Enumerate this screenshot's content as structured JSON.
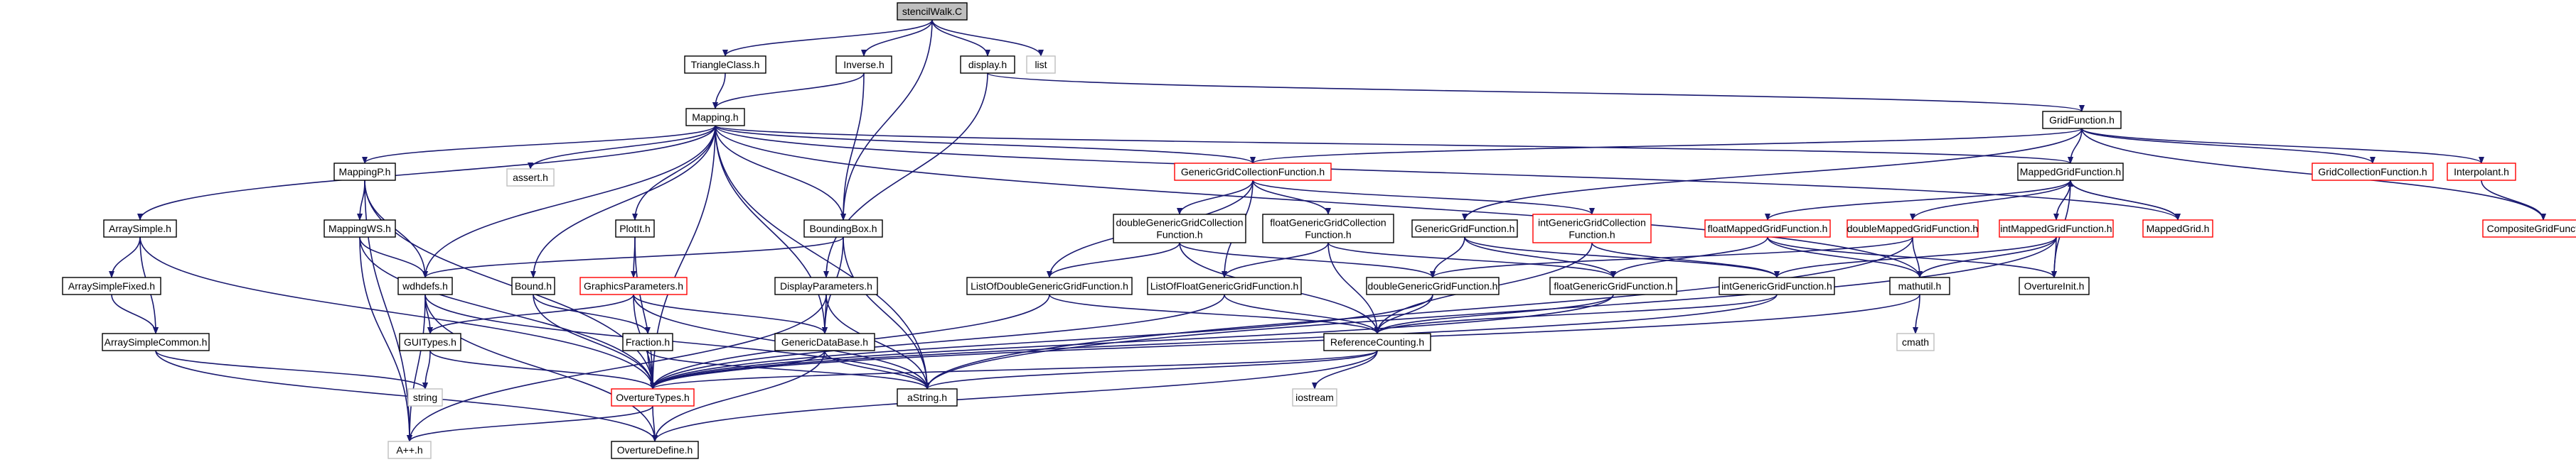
{
  "colors": {
    "edge": "#191970",
    "node_border": "#000000",
    "node_border_missing": "#bfbfbf",
    "node_border_truncated": "#ff0000",
    "root_fill": "#bfbfbf",
    "node_fill": "#ffffff"
  },
  "nodes": [
    {
      "id": "stencilWalk",
      "label": "stencilWalk.C",
      "kind": "root"
    },
    {
      "id": "TriangleClass",
      "label": "TriangleClass.h",
      "kind": "normal"
    },
    {
      "id": "Inverse",
      "label": "Inverse.h",
      "kind": "normal"
    },
    {
      "id": "display",
      "label": "display.h",
      "kind": "normal"
    },
    {
      "id": "list",
      "label": "list",
      "kind": "missing"
    },
    {
      "id": "Mapping",
      "label": "Mapping.h",
      "kind": "normal"
    },
    {
      "id": "GridFunction",
      "label": "GridFunction.h",
      "kind": "normal"
    },
    {
      "id": "MappingP",
      "label": "MappingP.h",
      "kind": "normal"
    },
    {
      "id": "assert",
      "label": "assert.h",
      "kind": "missing"
    },
    {
      "id": "Plot",
      "label": "PlotIt.h",
      "kind": "normal"
    },
    {
      "id": "BoundingBox",
      "label": "BoundingBox.h",
      "kind": "normal"
    },
    {
      "id": "GenericGridCollection",
      "label": "GenericGridCollectionFunction.h",
      "kind": "truncated"
    },
    {
      "id": "MappedGridFunction",
      "label": "MappedGridFunction.h",
      "kind": "normal"
    },
    {
      "id": "GridCollectionFunction",
      "label": "GridCollectionFunction.h",
      "kind": "truncated"
    },
    {
      "id": "Interpolant",
      "label": "Interpolant.h",
      "kind": "truncated"
    },
    {
      "id": "CompositeGridFunction",
      "label": "CompositeGridFunction.h",
      "kind": "truncated"
    },
    {
      "id": "ArraySimple",
      "label": "ArraySimple.h",
      "kind": "normal"
    },
    {
      "id": "MappingWS",
      "label": "MappingWS.h",
      "kind": "normal"
    },
    {
      "id": "doubleGenericGridCollection",
      "label": [
        "doubleGenericGridCollection",
        "Function.h"
      ],
      "kind": "normal"
    },
    {
      "id": "floatGenericGridCollection",
      "label": [
        "floatGenericGridCollection",
        "Function.h"
      ],
      "kind": "normal"
    },
    {
      "id": "GenericGridFunction",
      "label": "GenericGridFunction.h",
      "kind": "normal"
    },
    {
      "id": "intGenericGridCollection",
      "label": [
        "intGenericGridCollection",
        "Function.h"
      ],
      "kind": "truncated"
    },
    {
      "id": "floatMappedGridFunction",
      "label": "floatMappedGridFunction.h",
      "kind": "truncated"
    },
    {
      "id": "doubleMappedGridFunction",
      "label": "doubleMappedGridFunction.h",
      "kind": "truncated"
    },
    {
      "id": "intMappedGridFunction",
      "label": "intMappedGridFunction.h",
      "kind": "truncated"
    },
    {
      "id": "MappedGrid",
      "label": "MappedGrid.h",
      "kind": "truncated"
    },
    {
      "id": "ArraySimpleFixed",
      "label": "ArraySimpleFixed.h",
      "kind": "normal"
    },
    {
      "id": "wdhdefs",
      "label": "wdhdefs.h",
      "kind": "normal"
    },
    {
      "id": "Bound",
      "label": "Bound.h",
      "kind": "normal"
    },
    {
      "id": "GraphicsParameters",
      "label": "GraphicsParameters.h",
      "kind": "truncated"
    },
    {
      "id": "DisplayParameters",
      "label": "DisplayParameters.h",
      "kind": "normal"
    },
    {
      "id": "ListOfDoubleGenericGridFunction",
      "label": "ListOfDoubleGenericGridFunction.h",
      "kind": "normal"
    },
    {
      "id": "ListOfFloatGenericGridFunction",
      "label": "ListOfFloatGenericGridFunction.h",
      "kind": "normal"
    },
    {
      "id": "doubleGenericGridFunction",
      "label": "doubleGenericGridFunction.h",
      "kind": "normal"
    },
    {
      "id": "floatGenericGridFunction",
      "label": "floatGenericGridFunction.h",
      "kind": "normal"
    },
    {
      "id": "intGenericGridFunction",
      "label": "intGenericGridFunction.h",
      "kind": "normal"
    },
    {
      "id": "mathutil",
      "label": "mathutil.h",
      "kind": "normal"
    },
    {
      "id": "OvertureInit",
      "label": "OvertureInit.h",
      "kind": "normal"
    },
    {
      "id": "ArraySimpleCommon",
      "label": "ArraySimpleCommon.h",
      "kind": "normal"
    },
    {
      "id": "GUITypes",
      "label": "GUITypes.h",
      "kind": "normal"
    },
    {
      "id": "Fraction",
      "label": "Fraction.h",
      "kind": "normal"
    },
    {
      "id": "GenericDataBase",
      "label": "GenericDataBase.h",
      "kind": "normal"
    },
    {
      "id": "ReferenceCounting",
      "label": "ReferenceCounting.h",
      "kind": "normal"
    },
    {
      "id": "cmath",
      "label": "cmath",
      "kind": "missing"
    },
    {
      "id": "string",
      "label": "string",
      "kind": "missing"
    },
    {
      "id": "OvertureTypes",
      "label": "OvertureTypes.h",
      "kind": "truncated"
    },
    {
      "id": "aString",
      "label": "aString.h",
      "kind": "normal"
    },
    {
      "id": "iostream",
      "label": "iostream",
      "kind": "missing"
    },
    {
      "id": "App",
      "label": "A++.h",
      "kind": "missing"
    },
    {
      "id": "OvertureDefine",
      "label": "OvertureDefine.h",
      "kind": "normal"
    }
  ],
  "edges": [
    [
      "stencilWalk",
      "TriangleClass"
    ],
    [
      "stencilWalk",
      "Inverse"
    ],
    [
      "stencilWalk",
      "display"
    ],
    [
      "stencilWalk",
      "list"
    ],
    [
      "stencilWalk",
      "BoundingBox"
    ],
    [
      "TriangleClass",
      "Mapping"
    ],
    [
      "Inverse",
      "Mapping"
    ],
    [
      "Inverse",
      "BoundingBox"
    ],
    [
      "display",
      "GridFunction"
    ],
    [
      "display",
      "DisplayParameters"
    ],
    [
      "Mapping",
      "MappingP"
    ],
    [
      "Mapping",
      "assert"
    ],
    [
      "Mapping",
      "Plot"
    ],
    [
      "Mapping",
      "BoundingBox"
    ],
    [
      "Mapping",
      "GenericGridCollection"
    ],
    [
      "Mapping",
      "MappedGridFunction"
    ],
    [
      "Mapping",
      "ArraySimple"
    ],
    [
      "Mapping",
      "wdhdefs"
    ],
    [
      "Mapping",
      "Bound"
    ],
    [
      "Mapping",
      "GenericDataBase"
    ],
    [
      "Mapping",
      "aString"
    ],
    [
      "Mapping",
      "mathutil"
    ],
    [
      "Mapping",
      "OvertureTypes"
    ],
    [
      "Mapping",
      "MappedGrid"
    ],
    [
      "GridFunction",
      "GenericGridCollection"
    ],
    [
      "GridFunction",
      "MappedGridFunction"
    ],
    [
      "GridFunction",
      "GridCollectionFunction"
    ],
    [
      "GridFunction",
      "Interpolant"
    ],
    [
      "GridFunction",
      "CompositeGridFunction"
    ],
    [
      "GridFunction",
      "GenericGridFunction"
    ],
    [
      "Interpolant",
      "CompositeGridFunction"
    ],
    [
      "MappingP",
      "MappingWS"
    ],
    [
      "MappingP",
      "wdhdefs"
    ],
    [
      "MappingP",
      "OvertureTypes"
    ],
    [
      "MappingP",
      "App"
    ],
    [
      "MappingWS",
      "wdhdefs"
    ],
    [
      "MappingWS",
      "OvertureTypes"
    ],
    [
      "MappingWS",
      "App"
    ],
    [
      "ArraySimple",
      "ArraySimpleFixed"
    ],
    [
      "ArraySimple",
      "ArraySimpleCommon"
    ],
    [
      "ArraySimple",
      "OvertureTypes"
    ],
    [
      "ArraySimpleFixed",
      "ArraySimpleCommon"
    ],
    [
      "ArraySimpleCommon",
      "string"
    ],
    [
      "ArraySimpleCommon",
      "OvertureDefine"
    ],
    [
      "Plot",
      "GraphicsParameters"
    ],
    [
      "Plot",
      "OvertureTypes"
    ],
    [
      "BoundingBox",
      "wdhdefs"
    ],
    [
      "BoundingBox",
      "GenericDataBase"
    ],
    [
      "BoundingBox",
      "aString"
    ],
    [
      "wdhdefs",
      "GUITypes"
    ],
    [
      "wdhdefs",
      "App"
    ],
    [
      "wdhdefs",
      "OvertureDefine"
    ],
    [
      "wdhdefs",
      "aString"
    ],
    [
      "Bound",
      "Fraction"
    ],
    [
      "Bound",
      "OvertureTypes"
    ],
    [
      "GraphicsParameters",
      "GUITypes"
    ],
    [
      "GraphicsParameters",
      "GenericDataBase"
    ],
    [
      "GraphicsParameters",
      "aString"
    ],
    [
      "GraphicsParameters",
      "OvertureTypes"
    ],
    [
      "GUITypes",
      "string"
    ],
    [
      "GUITypes",
      "OvertureTypes"
    ],
    [
      "Fraction",
      "OvertureTypes"
    ],
    [
      "Fraction",
      "aString"
    ],
    [
      "DisplayParameters",
      "GenericDataBase"
    ],
    [
      "DisplayParameters",
      "aString"
    ],
    [
      "DisplayParameters",
      "App"
    ],
    [
      "GenericDataBase",
      "OvertureTypes"
    ],
    [
      "GenericDataBase",
      "OvertureDefine"
    ],
    [
      "GenericDataBase",
      "aString"
    ],
    [
      "OvertureTypes",
      "App"
    ],
    [
      "OvertureTypes",
      "OvertureDefine"
    ],
    [
      "GenericGridCollection",
      "doubleGenericGridCollection"
    ],
    [
      "GenericGridCollection",
      "floatGenericGridCollection"
    ],
    [
      "GenericGridCollection",
      "intGenericGridCollection"
    ],
    [
      "GenericGridCollection",
      "ListOfDoubleGenericGridFunction"
    ],
    [
      "GenericGridCollection",
      "ListOfFloatGenericGridFunction"
    ],
    [
      "doubleGenericGridCollection",
      "ListOfDoubleGenericGridFunction"
    ],
    [
      "doubleGenericGridCollection",
      "doubleGenericGridFunction"
    ],
    [
      "doubleGenericGridCollection",
      "ReferenceCounting"
    ],
    [
      "floatGenericGridCollection",
      "ListOfFloatGenericGridFunction"
    ],
    [
      "floatGenericGridCollection",
      "floatGenericGridFunction"
    ],
    [
      "floatGenericGridCollection",
      "ReferenceCounting"
    ],
    [
      "intGenericGridCollection",
      "intGenericGridFunction"
    ],
    [
      "intGenericGridCollection",
      "ReferenceCounting"
    ],
    [
      "ListOfDoubleGenericGridFunction",
      "ReferenceCounting"
    ],
    [
      "ListOfDoubleGenericGridFunction",
      "OvertureTypes"
    ],
    [
      "ListOfFloatGenericGridFunction",
      "ReferenceCounting"
    ],
    [
      "ListOfFloatGenericGridFunction",
      "OvertureTypes"
    ],
    [
      "GenericGridFunction",
      "doubleGenericGridFunction"
    ],
    [
      "GenericGridFunction",
      "floatGenericGridFunction"
    ],
    [
      "GenericGridFunction",
      "intGenericGridFunction"
    ],
    [
      "doubleGenericGridFunction",
      "ReferenceCounting"
    ],
    [
      "doubleGenericGridFunction",
      "OvertureTypes"
    ],
    [
      "floatGenericGridFunction",
      "ReferenceCounting"
    ],
    [
      "floatGenericGridFunction",
      "OvertureTypes"
    ],
    [
      "intGenericGridFunction",
      "ReferenceCounting"
    ],
    [
      "intGenericGridFunction",
      "OvertureTypes"
    ],
    [
      "MappedGridFunction",
      "floatMappedGridFunction"
    ],
    [
      "MappedGridFunction",
      "doubleMappedGridFunction"
    ],
    [
      "MappedGridFunction",
      "intMappedGridFunction"
    ],
    [
      "MappedGridFunction",
      "MappedGrid"
    ],
    [
      "MappedGridFunction",
      "OvertureInit"
    ],
    [
      "MappedGrid",
      "MappedGridFunction"
    ],
    [
      "floatMappedGridFunction",
      "floatGenericGridFunction"
    ],
    [
      "floatMappedGridFunction",
      "mathutil"
    ],
    [
      "floatMappedGridFunction",
      "OvertureInit"
    ],
    [
      "doubleMappedGridFunction",
      "doubleGenericGridFunction"
    ],
    [
      "doubleMappedGridFunction",
      "mathutil"
    ],
    [
      "doubleMappedGridFunction",
      "aString"
    ],
    [
      "intMappedGridFunction",
      "intGenericGridFunction"
    ],
    [
      "intMappedGridFunction",
      "mathutil"
    ],
    [
      "intMappedGridFunction",
      "OvertureInit"
    ],
    [
      "intMappedGridFunction",
      "aString"
    ],
    [
      "mathutil",
      "cmath"
    ],
    [
      "mathutil",
      "OvertureTypes"
    ],
    [
      "ReferenceCounting",
      "iostream"
    ],
    [
      "ReferenceCounting",
      "OvertureTypes"
    ],
    [
      "ReferenceCounting",
      "aString"
    ],
    [
      "ReferenceCounting",
      "OvertureDefine"
    ]
  ]
}
